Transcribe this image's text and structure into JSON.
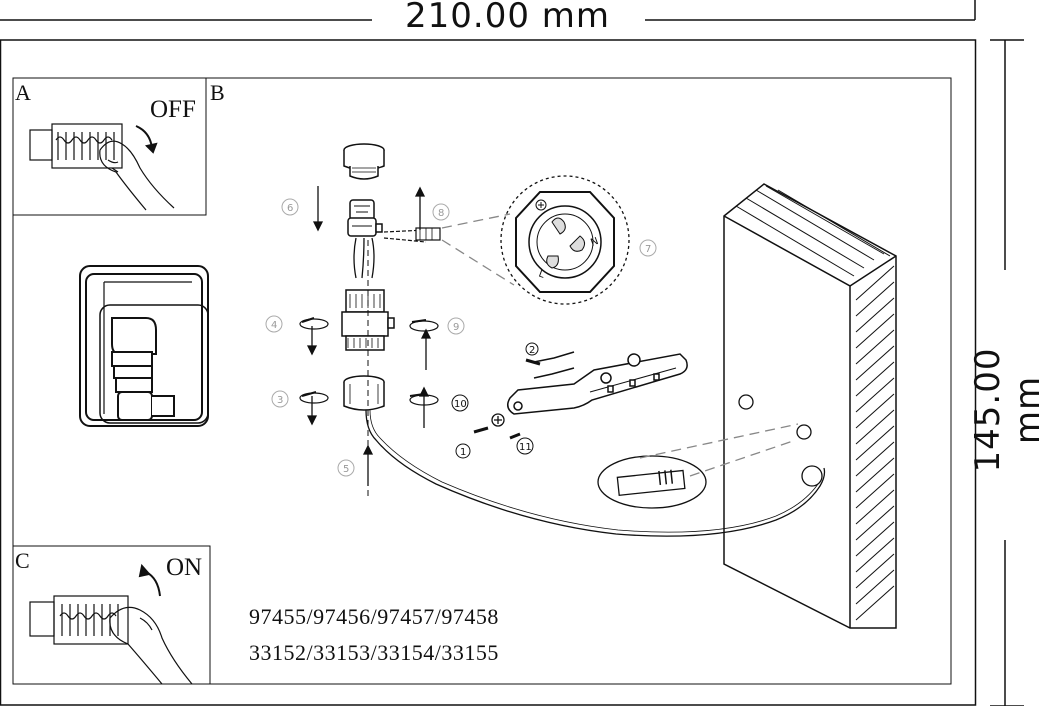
{
  "dimensions": {
    "width_label": "210.00 mm",
    "height_label": "145.00 mm"
  },
  "panels": {
    "a_letter": "A",
    "b_letter": "B",
    "c_letter": "C",
    "off_label": "OFF",
    "on_label": "ON"
  },
  "steps": {
    "s1": "1",
    "s2": "2",
    "s3": "3",
    "s4": "4",
    "s5": "5",
    "s6": "6",
    "s7": "7",
    "s8": "8",
    "s9": "9",
    "s10": "10",
    "s11": "11"
  },
  "terminal_letters": {
    "n": "N",
    "l": "L"
  },
  "models": {
    "line1": "97455/97456/97457/97458",
    "line2": "33152/33153/33154/33155"
  }
}
